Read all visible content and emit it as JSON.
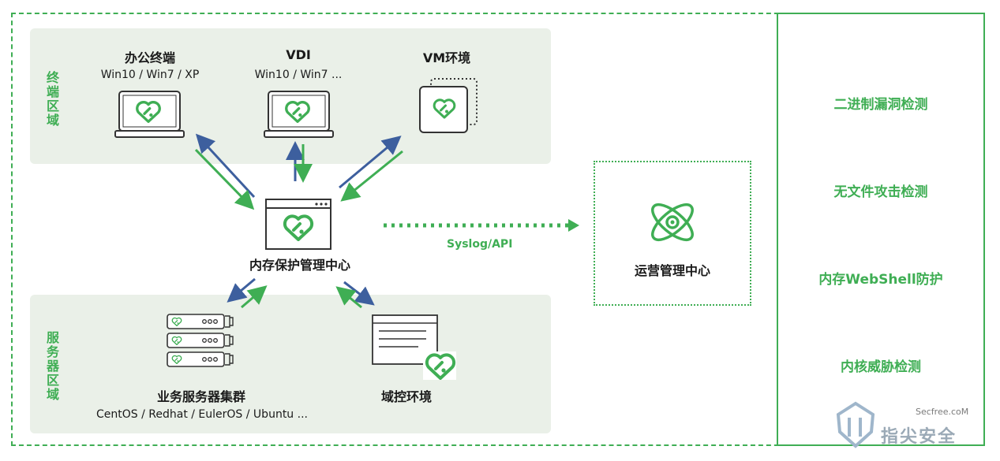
{
  "zones": {
    "terminal_label": "终端区域",
    "server_label": "服务器区域"
  },
  "terminals": [
    {
      "title": "办公终端",
      "subtitle": "Win10 / Win7 / XP"
    },
    {
      "title": "VDI",
      "subtitle": "Win10 / Win7 ..."
    },
    {
      "title": "VM环境",
      "subtitle": ""
    }
  ],
  "center": {
    "title": "内存保护管理中心"
  },
  "servers": [
    {
      "title": "业务服务器集群",
      "subtitle": "CentOS / Redhat / EulerOS / Ubuntu ..."
    },
    {
      "title": "域控环境",
      "subtitle": ""
    }
  ],
  "link": {
    "label": "Syslog/API"
  },
  "ops_center": {
    "title": "运营管理中心"
  },
  "features": [
    "二进制漏洞检测",
    "无文件攻击检测",
    "内存WebShell防护",
    "内核威胁检测"
  ],
  "watermark": {
    "site": "Secfree.coM",
    "brand": "指尖安全"
  },
  "colors": {
    "green": "#3fae54",
    "blue": "#3d5f9e",
    "zone_bg": "#eaf0e8"
  }
}
